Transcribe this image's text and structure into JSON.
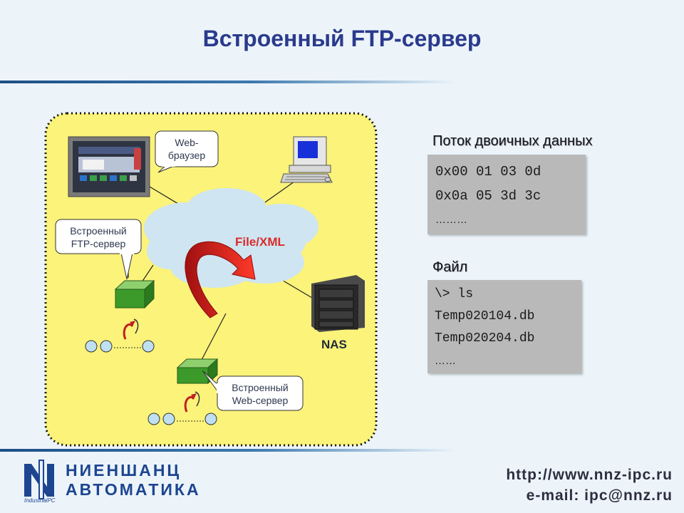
{
  "title": "Встроенный FTP-сервер",
  "diagram": {
    "callout_web_browser": [
      "Web-",
      "браузер"
    ],
    "callout_ftp_server": [
      "Встроенный",
      "FTP-сервер"
    ],
    "callout_web_server": [
      "Встроенный",
      "Web-сервер"
    ],
    "cloud_label": "File/XML",
    "nas_label": "NAS"
  },
  "binary_stream": {
    "heading": "Поток двоичных данных",
    "lines": [
      "0x00 01 03 0d",
      "0x0a 05 3d 3c",
      "………"
    ]
  },
  "file": {
    "heading": "Файл",
    "lines": [
      "\\> ls",
      "Temp020104.db",
      "Temp020204.db",
      "……"
    ]
  },
  "footer": {
    "url": "http://www.nnz-ipc.ru",
    "email": "e-mail: ipc@nnz.ru",
    "logo_line1": "НИЕНШАНЦ",
    "logo_line2": "АВТОМАТИКА",
    "logo_small": "IndustrialPC"
  },
  "colors": {
    "title": "#2a3a8c",
    "panel_fill": "#fbf37a",
    "cloud": "#cfe5f1",
    "arrow": "#e02020",
    "device_green": "#3b9a2a",
    "data_box": "#b9b9b9"
  }
}
